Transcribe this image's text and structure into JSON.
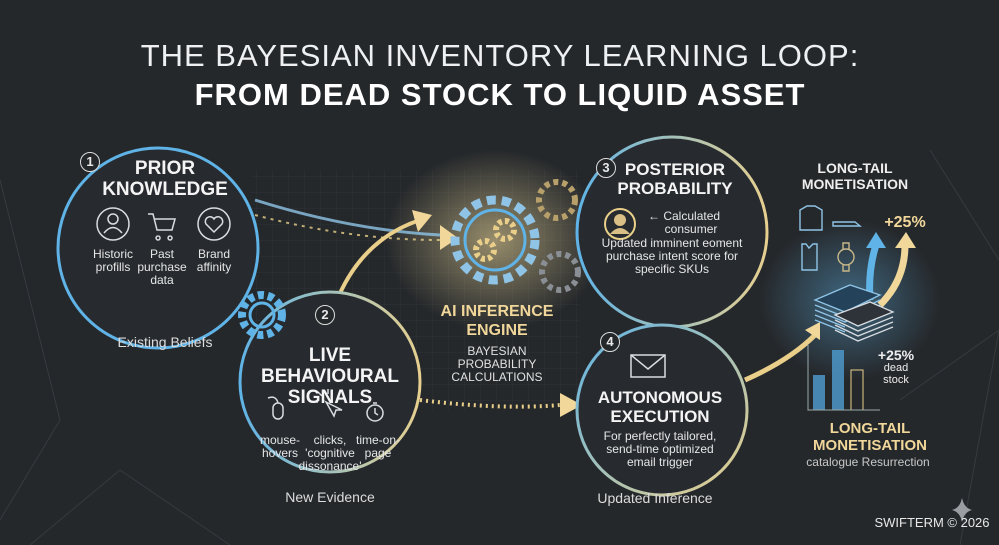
{
  "title": {
    "line1": "THE BAYESIAN INVENTORY LEARNING LOOP:",
    "line2": "FROM DEAD STOCK TO LIQUID ASSET"
  },
  "step1": {
    "number": "1",
    "title_a": "PRIOR",
    "title_b": "KNOWLEDGE",
    "items": [
      {
        "icon": "user-icon",
        "a": "Historic",
        "b": "profills",
        "c": ""
      },
      {
        "icon": "cart-icon",
        "a": "Past",
        "b": "purchase",
        "c": "data"
      },
      {
        "icon": "heart-icon",
        "a": "Brand",
        "b": "affinity",
        "c": ""
      }
    ],
    "caption": "Existing Beliefs"
  },
  "step2": {
    "number": "2",
    "title_a": "LIVE",
    "title_b": "BEHAVIOURAL",
    "title_c": "SIGNALS",
    "items": [
      {
        "icon": "mouse-icon",
        "a": "mouse-",
        "b": "hovers",
        "c": ""
      },
      {
        "icon": "cursor-click-icon",
        "a": "clicks,",
        "b": "'cognitive",
        "c": "dissonance'"
      },
      {
        "icon": "stopwatch-icon",
        "a": "time-on-",
        "b": "page",
        "c": ""
      }
    ],
    "caption": "New Evidence"
  },
  "engine": {
    "title_a": "AI INFERENCE",
    "title_b": "ENGINE",
    "sub_a": "BAYESIAN",
    "sub_b": "PROBABILITY",
    "sub_c": "CALCULATIONS"
  },
  "step3": {
    "number": "3",
    "title_a": "POSTERIOR",
    "title_b": "PROBABILITY",
    "arrow": "←",
    "l1": "Calculated",
    "l2": "consumer",
    "l3": "Updated  imminent eoment",
    "l4": "purchase intent score for",
    "l5": "specific SKUs"
  },
  "step4": {
    "number": "4",
    "title_a": "AUTONOMOUS",
    "title_b": "EXECUTION",
    "l1": "For perfectly tailored,",
    "l2": "send-time optimized",
    "l3": "email trigger",
    "caption": "Updated Inference"
  },
  "right": {
    "top_a": "LONG-TAIL",
    "top_b": "MONETISATION",
    "pct1": "+25%",
    "pct2": "+25%",
    "dead_a": "dead",
    "dead_b": "stock",
    "bottom_a": "LONG-TAIL",
    "bottom_b": "MONETISATION",
    "bottom_c": "catalogue Resurrection"
  },
  "footer": {
    "brand": "SWIFTERM © 2026"
  },
  "colors": {
    "blue": "#5fb3e6",
    "gold": "#f1d79a",
    "bg": "#25282b"
  }
}
